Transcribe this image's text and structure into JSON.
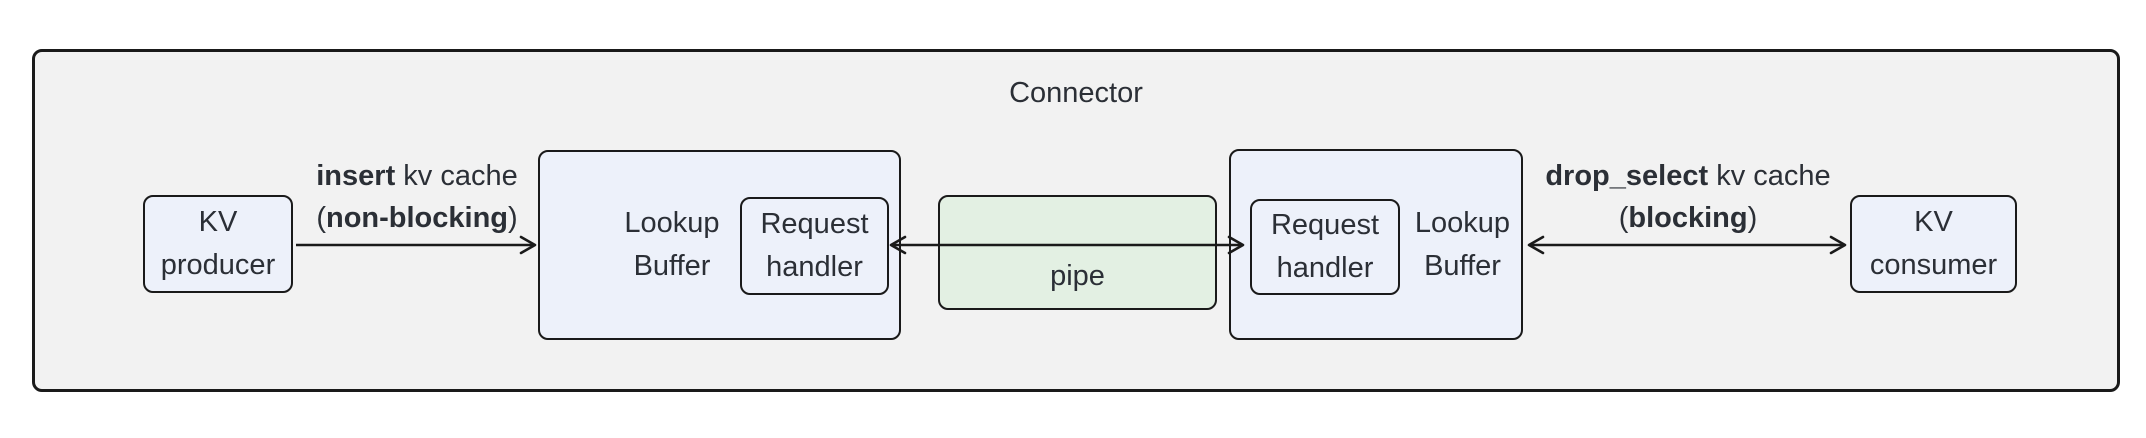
{
  "diagram": {
    "title": "Connector",
    "nodes": {
      "kv_producer": {
        "line1": "KV",
        "line2": "producer"
      },
      "lookup_buffer_left": {
        "line1": "Lookup",
        "line2": "Buffer"
      },
      "request_handler_left": {
        "line1": "Request",
        "line2": "handler"
      },
      "pipe": {
        "label": "pipe"
      },
      "request_handler_right": {
        "line1": "Request",
        "line2": "handler"
      },
      "lookup_buffer_right": {
        "line1": "Lookup",
        "line2": "Buffer"
      },
      "kv_consumer": {
        "line1": "KV",
        "line2": "consumer"
      }
    },
    "edges": {
      "insert": {
        "verb": "insert",
        "rest": " kv cache",
        "open": "(",
        "mode": "non-blocking",
        "close": ")"
      },
      "drop_select": {
        "verb": "drop_select",
        "rest": " kv cache",
        "open": "(",
        "mode": "blocking",
        "close": ")"
      }
    },
    "colors": {
      "node_fill": "#EDF1FA",
      "pipe_fill": "#E3F0E3",
      "container_fill": "#F2F2F2",
      "border": "#1A1A1A",
      "text": "#2B2F36"
    }
  }
}
